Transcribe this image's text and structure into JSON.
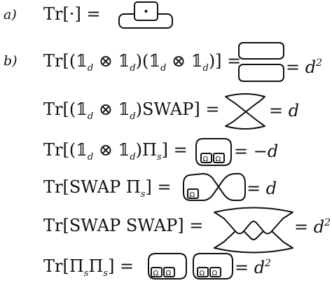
{
  "labels": {
    "a": "a)",
    "b": "b)"
  },
  "rows": [
    {
      "lhs": "Tr[·] =",
      "rhs": "",
      "rhs_base": "",
      "rhs_exp": ""
    },
    {
      "lhs": "Tr[(𝟙d ⊗ 𝟙d)(𝟙d ⊗ 𝟙d)] =",
      "rhs": "",
      "rhs_base": "= d",
      "rhs_exp": "2"
    },
    {
      "lhs": "Tr[(𝟙d ⊗ 𝟙d)SWAP] =",
      "rhs": "= d",
      "rhs_base": "",
      "rhs_exp": ""
    },
    {
      "lhs": "Tr[(𝟙d ⊗ 𝟙d)Πs] =",
      "rhs": "= −d",
      "rhs_base": "",
      "rhs_exp": ""
    },
    {
      "lhs": "Tr[SWAP Πs] =",
      "rhs": "= d",
      "rhs_base": "",
      "rhs_exp": ""
    },
    {
      "lhs": "Tr[SWAP SWAP] =",
      "rhs": "",
      "rhs_base": "= d",
      "rhs_exp": "2"
    },
    {
      "lhs": "Tr[ΠsΠs] =",
      "rhs": "",
      "rhs_base": "= d",
      "rhs_exp": "2"
    }
  ],
  "symbols": {
    "dot": "·",
    "omega": "Ω"
  }
}
